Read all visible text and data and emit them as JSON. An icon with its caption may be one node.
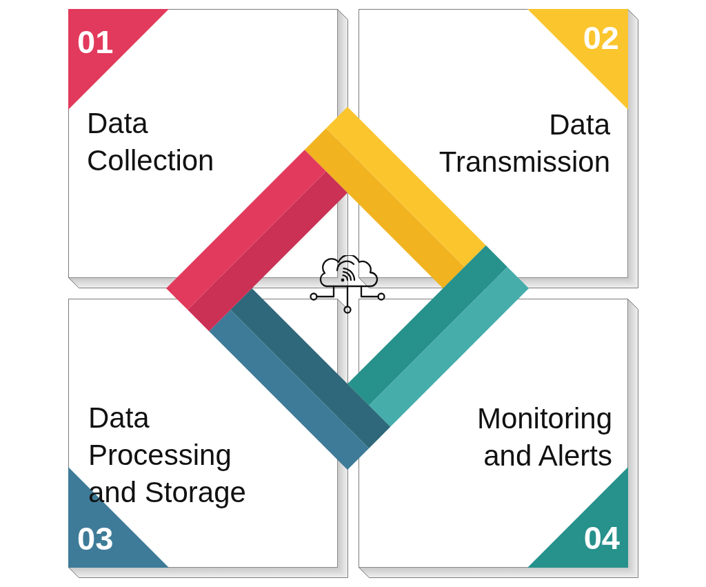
{
  "diagram": {
    "nodes": [
      {
        "text": [
          "01",
          "Data Collection"
        ]
      },
      {
        "text": [
          "02",
          "Data Transmission"
        ]
      },
      {
        "text": [
          "Data Processing and Storage",
          "03"
        ]
      },
      {
        "text": [
          "Monitoring and Alerts",
          "04"
        ]
      }
    ]
  }
}
